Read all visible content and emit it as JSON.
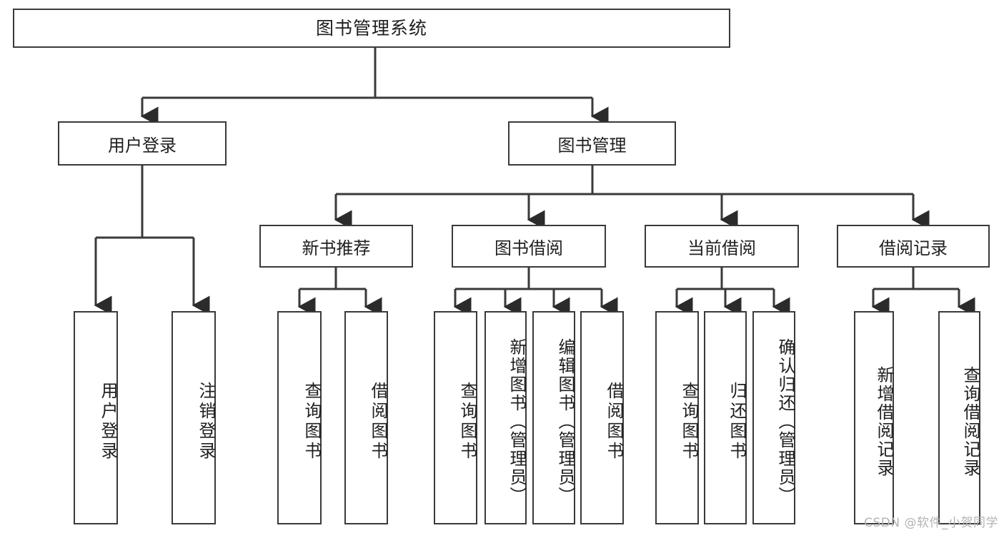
{
  "diagram": {
    "title": "图书管理系统",
    "watermark": "CSDN @软件_小贺同学",
    "line_color": "#3a3a3a",
    "box_fill": "#ffffff",
    "text_color": "#1f1f1f",
    "root": {
      "label": "图书管理系统"
    },
    "level1": [
      {
        "label": "用户登录"
      },
      {
        "label": "图书管理"
      }
    ],
    "level2": [
      {
        "label": "新书推荐"
      },
      {
        "label": "图书借阅"
      },
      {
        "label": "当前借阅"
      },
      {
        "label": "借阅记录"
      }
    ],
    "leaves": {
      "user_login": [
        {
          "label": "用户登录"
        },
        {
          "label": "注销登录"
        }
      ],
      "new_book_recommend": [
        {
          "label": "查询图书"
        },
        {
          "label": "借阅图书"
        }
      ],
      "book_borrow": [
        {
          "label": "查询图书"
        },
        {
          "label": "新增图书（管理员）"
        },
        {
          "label": "编辑图书（管理员）"
        },
        {
          "label": "借阅图书"
        }
      ],
      "current_borrow": [
        {
          "label": "查询图书"
        },
        {
          "label": "归还图书"
        },
        {
          "label": "确认归还（管理员）"
        }
      ],
      "borrow_record": [
        {
          "label": "新增借阅记录"
        },
        {
          "label": "查询借阅记录"
        }
      ]
    }
  }
}
